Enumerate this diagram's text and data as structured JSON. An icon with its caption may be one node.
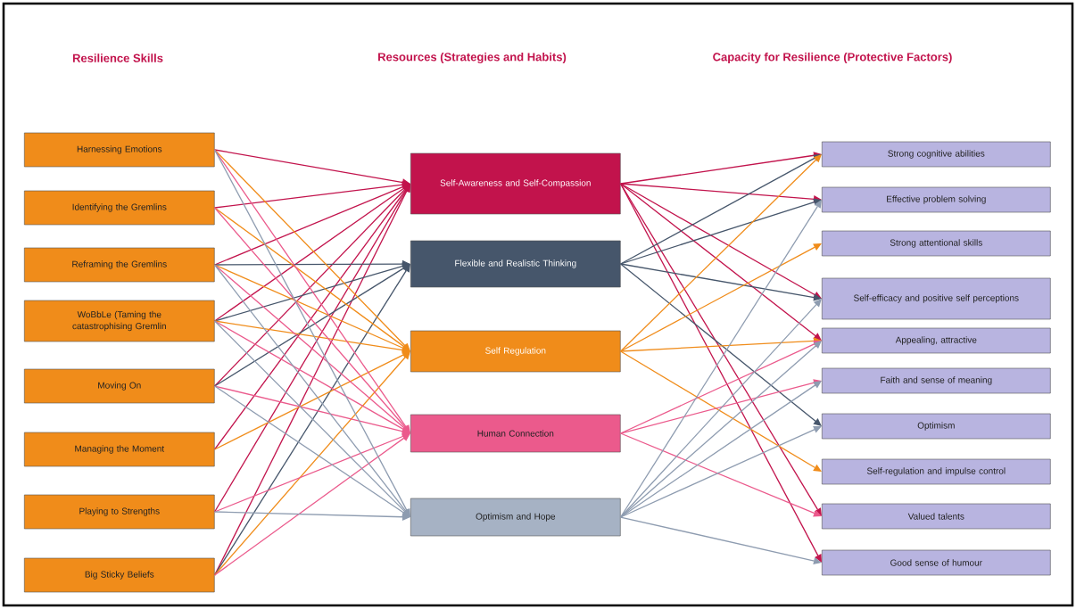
{
  "diagram": {
    "nodes": [
      {
        "text": [
          "Harnessing Emotions"
        ]
      },
      {
        "text": [
          "Identifying the Gremlins"
        ]
      },
      {
        "text": [
          "Reframing the Gremlins"
        ]
      },
      {
        "text": [
          "WoBbLe (Taming the catastrophising Gremlin"
        ]
      },
      {
        "text": [
          "Moving On"
        ]
      },
      {
        "text": [
          "Managing the Moment"
        ]
      },
      {
        "text": [
          "Playing to Strengths"
        ]
      },
      {
        "text": [
          "Big Sticky Beliefs"
        ]
      },
      {
        "text": [
          "Self-Awareness and Self-Compassion"
        ]
      },
      {
        "text": [
          "Flexible and Realistic Thinking"
        ]
      },
      {
        "text": [
          "Self Regulation"
        ]
      },
      {
        "text": [
          "Human Connection"
        ]
      },
      {
        "text": [
          "Optimism and Hope"
        ]
      },
      {
        "text": [
          "Strong cognitive abilities"
        ]
      },
      {
        "text": [
          "Effective problem solving"
        ]
      },
      {
        "text": [
          "Strong attentional skills"
        ]
      },
      {
        "text": [
          "Self-efficacy and positive self perceptions"
        ]
      },
      {
        "text": [
          "Appealing, attractive"
        ]
      },
      {
        "text": [
          "Faith and sense of meaning"
        ]
      },
      {
        "text": [
          "Optimism"
        ]
      },
      {
        "text": [
          "Self-regulation and impulse control"
        ]
      },
      {
        "text": [
          "Valued talents"
        ]
      },
      {
        "text": [
          "Good sense of humour"
        ]
      }
    ],
    "edges": [
      {
        "from": 0,
        "to": 8,
        "arrow": "to",
        "color": "#c2134c"
      },
      {
        "from": 1,
        "to": 8,
        "arrow": "to",
        "color": "#c2134c"
      },
      {
        "from": 2,
        "to": 8,
        "arrow": "to",
        "color": "#c2134c"
      },
      {
        "from": 3,
        "to": 8,
        "arrow": "to",
        "color": "#c2134c"
      },
      {
        "from": 4,
        "to": 8,
        "arrow": "to",
        "color": "#c2134c"
      },
      {
        "from": 5,
        "to": 8,
        "arrow": "to",
        "color": "#c2134c"
      },
      {
        "from": 6,
        "to": 8,
        "arrow": "to",
        "color": "#c2134c"
      },
      {
        "from": 7,
        "to": 8,
        "arrow": "to",
        "color": "#c2134c"
      },
      {
        "from": 2,
        "to": 9,
        "arrow": "to",
        "color": "#46566b"
      },
      {
        "from": 3,
        "to": 9,
        "arrow": "to",
        "color": "#46566b"
      },
      {
        "from": 4,
        "to": 9,
        "arrow": "to",
        "color": "#46566b"
      },
      {
        "from": 7,
        "to": 9,
        "arrow": "to",
        "color": "#46566b"
      },
      {
        "from": 0,
        "to": 10,
        "arrow": "to",
        "color": "#f08c1a"
      },
      {
        "from": 1,
        "to": 10,
        "arrow": "to",
        "color": "#f08c1a"
      },
      {
        "from": 2,
        "to": 10,
        "arrow": "to",
        "color": "#f08c1a"
      },
      {
        "from": 3,
        "to": 10,
        "arrow": "to",
        "color": "#f08c1a"
      },
      {
        "from": 5,
        "to": 10,
        "arrow": "to",
        "color": "#f08c1a"
      },
      {
        "from": 7,
        "to": 10,
        "arrow": "to",
        "color": "#f08c1a"
      },
      {
        "from": 0,
        "to": 11,
        "arrow": "to",
        "color": "#eb5a8c"
      },
      {
        "from": 1,
        "to": 11,
        "arrow": "to",
        "color": "#eb5a8c"
      },
      {
        "from": 2,
        "to": 11,
        "arrow": "to",
        "color": "#eb5a8c"
      },
      {
        "from": 3,
        "to": 11,
        "arrow": "to",
        "color": "#eb5a8c"
      },
      {
        "from": 4,
        "to": 11,
        "arrow": "to",
        "color": "#eb5a8c"
      },
      {
        "from": 6,
        "to": 11,
        "arrow": "to",
        "color": "#eb5a8c"
      },
      {
        "from": 7,
        "to": 11,
        "arrow": "to",
        "color": "#eb5a8c"
      },
      {
        "from": 0,
        "to": 12,
        "arrow": "to",
        "color": "#8e9cb0"
      },
      {
        "from": 2,
        "to": 12,
        "arrow": "to",
        "color": "#8e9cb0"
      },
      {
        "from": 3,
        "to": 12,
        "arrow": "to",
        "color": "#8e9cb0"
      },
      {
        "from": 4,
        "to": 12,
        "arrow": "to",
        "color": "#8e9cb0"
      },
      {
        "from": 6,
        "to": 12,
        "arrow": "to",
        "color": "#8e9cb0"
      },
      {
        "from": 8,
        "to": 13,
        "arrow": "to",
        "color": "#c2134c"
      },
      {
        "from": 8,
        "to": 14,
        "arrow": "to",
        "color": "#c2134c"
      },
      {
        "from": 8,
        "to": 16,
        "arrow": "to",
        "color": "#c2134c"
      },
      {
        "from": 8,
        "to": 17,
        "arrow": "to",
        "color": "#c2134c"
      },
      {
        "from": 8,
        "to": 21,
        "arrow": "to",
        "color": "#c2134c"
      },
      {
        "from": 8,
        "to": 22,
        "arrow": "to",
        "color": "#c2134c"
      },
      {
        "from": 9,
        "to": 13,
        "arrow": "to",
        "color": "#46566b"
      },
      {
        "from": 9,
        "to": 14,
        "arrow": "to",
        "color": "#46566b"
      },
      {
        "from": 9,
        "to": 16,
        "arrow": "to",
        "color": "#46566b"
      },
      {
        "from": 9,
        "to": 19,
        "arrow": "to",
        "color": "#46566b"
      },
      {
        "from": 10,
        "to": 13,
        "arrow": "to",
        "color": "#f08c1a"
      },
      {
        "from": 10,
        "to": 15,
        "arrow": "to",
        "color": "#f08c1a"
      },
      {
        "from": 10,
        "to": 17,
        "arrow": "to",
        "color": "#f08c1a"
      },
      {
        "from": 10,
        "to": 20,
        "arrow": "to",
        "color": "#f08c1a"
      },
      {
        "from": 11,
        "to": 17,
        "arrow": "to",
        "color": "#eb5a8c"
      },
      {
        "from": 11,
        "to": 18,
        "arrow": "to",
        "color": "#eb5a8c"
      },
      {
        "from": 11,
        "to": 21,
        "arrow": "to",
        "color": "#eb5a8c"
      },
      {
        "from": 12,
        "to": 14,
        "arrow": "to",
        "color": "#8e9cb0"
      },
      {
        "from": 12,
        "to": 16,
        "arrow": "to",
        "color": "#8e9cb0"
      },
      {
        "from": 12,
        "to": 17,
        "arrow": "to",
        "color": "#8e9cb0"
      },
      {
        "from": 12,
        "to": 18,
        "arrow": "to",
        "color": "#8e9cb0"
      },
      {
        "from": 12,
        "to": 19,
        "arrow": "to",
        "color": "#8e9cb0"
      },
      {
        "from": 12,
        "to": 22,
        "arrow": "to",
        "color": "#8e9cb0"
      }
    ],
    "labels": [
      "Resilience Skills",
      "Resources (Strategies and Habits)",
      "Capacity for Resilience (Protective Factors)"
    ]
  }
}
